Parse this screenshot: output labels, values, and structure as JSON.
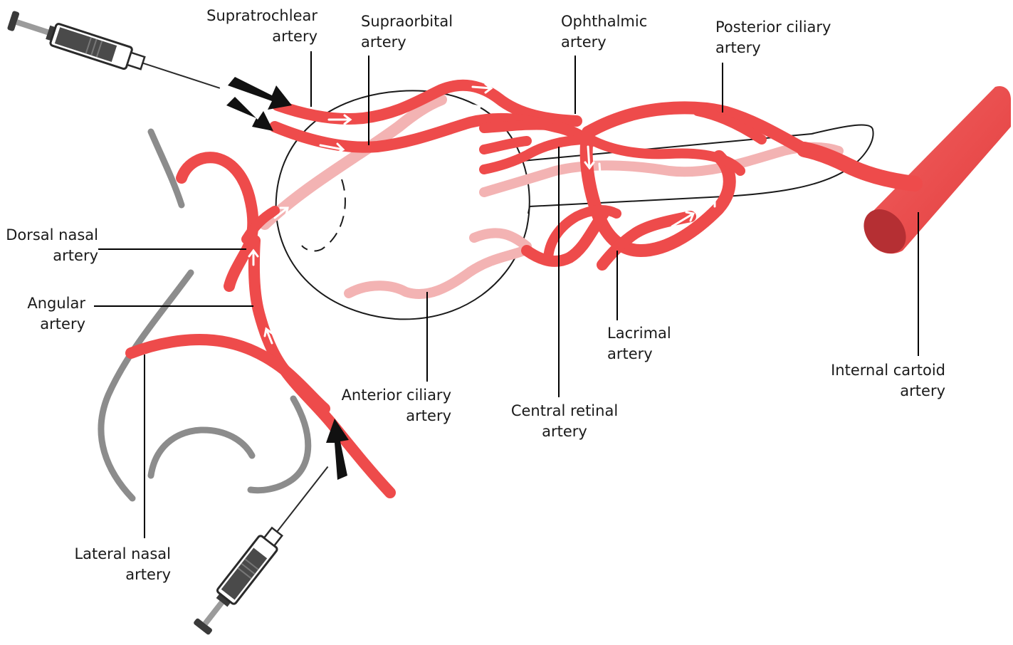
{
  "colors": {
    "artery": "#ee4b4b",
    "artery_pale": "#f3b3b3",
    "carotid_dark": "#b52f33",
    "face_outline": "#8c8c8c",
    "leader_line": "#000000",
    "arrow": "#111111"
  },
  "labels": {
    "supratrochlear": [
      "Supratrochlear",
      "artery"
    ],
    "supraorbital": [
      "Supraorbital",
      "artery"
    ],
    "ophthalmic": [
      "Ophthalmic",
      "artery"
    ],
    "posterior_ciliary": [
      "Posterior ciliary",
      "artery"
    ],
    "dorsal_nasal": [
      "Dorsal nasal",
      "artery"
    ],
    "angular": [
      "Angular",
      "artery"
    ],
    "anterior_ciliary": [
      "Anterior ciliary",
      "artery"
    ],
    "central_retinal": [
      "Central retinal",
      "artery"
    ],
    "lacrimal": [
      "Lacrimal",
      "artery"
    ],
    "internal_carotid": [
      "Internal cartoid",
      "artery"
    ],
    "lateral_nasal": [
      "Lateral nasal",
      "artery"
    ]
  },
  "icons": {
    "syringe_upper": "syringe-icon",
    "syringe_lower": "syringe-icon",
    "injection_arrows": "arrow-icon",
    "flow_arrows": "flow-arrow-icon"
  }
}
